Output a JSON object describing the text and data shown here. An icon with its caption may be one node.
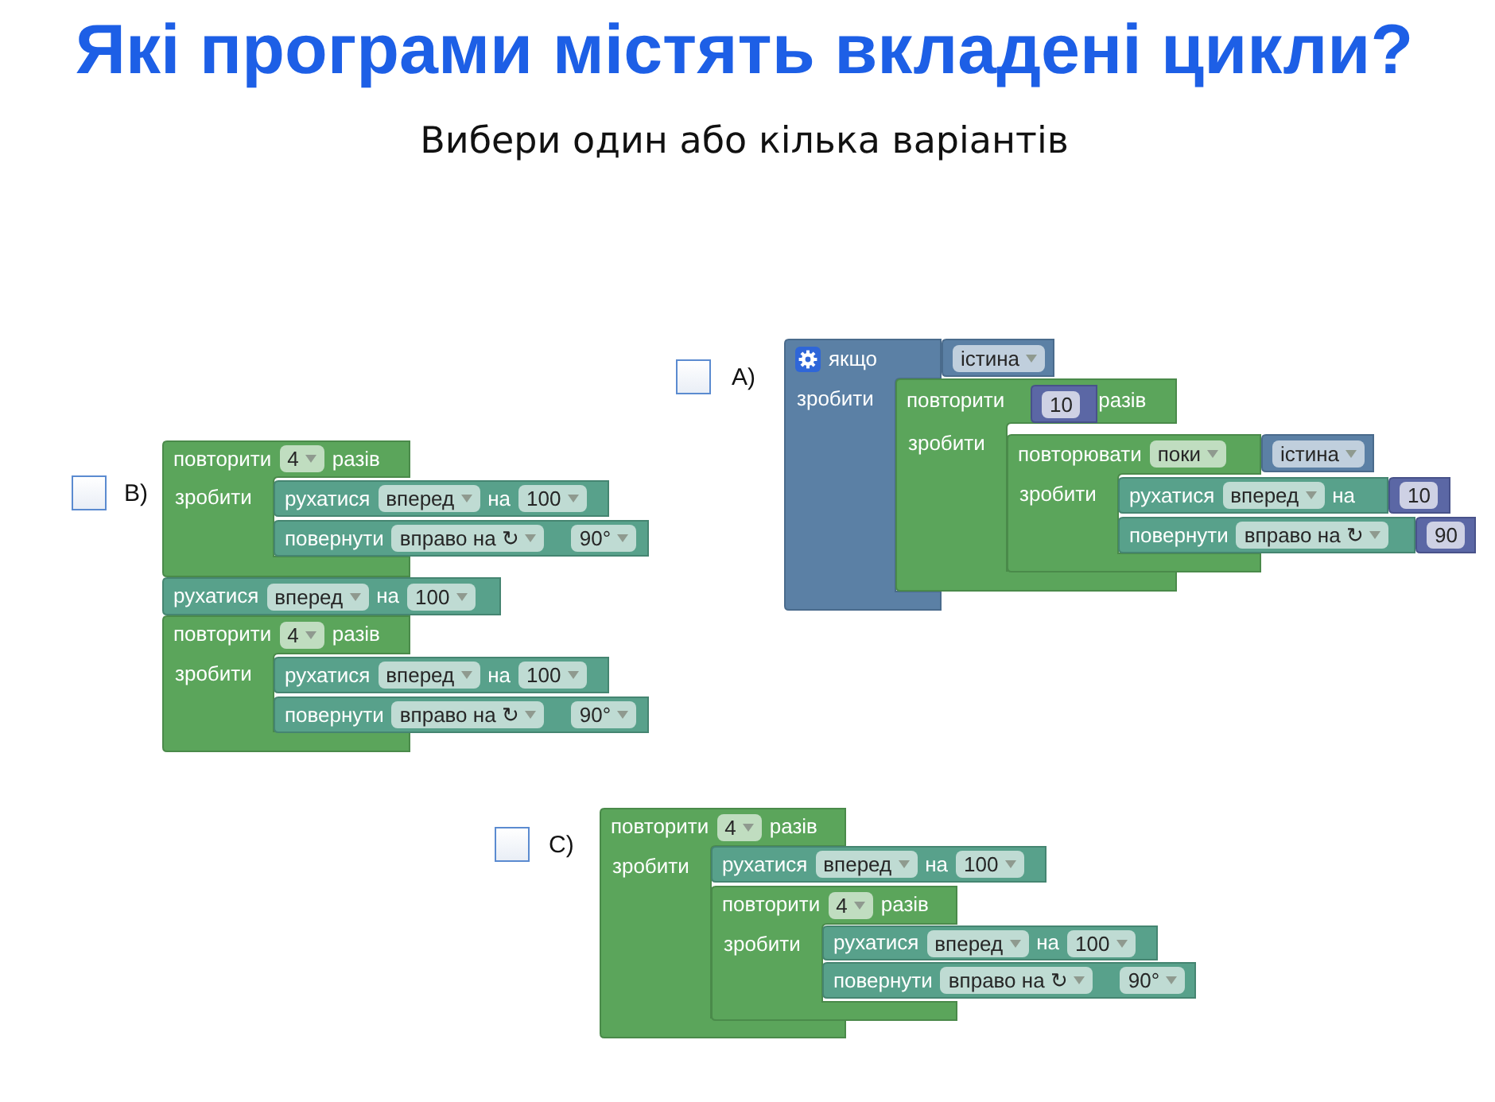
{
  "diagram": {
    "title": "Які програми містять вкладені цикли?",
    "nodes": [
      {
        "text": [
          "якщо",
          "зробити"
        ]
      },
      {
        "text": [
          "істина"
        ]
      },
      {
        "text": [
          "повторити",
          "разів",
          "зробити"
        ]
      },
      {
        "text": [
          "10"
        ],
        "in": 2
      },
      {
        "text": [
          "повторювати",
          "поки",
          "зробити"
        ]
      },
      {
        "text": [
          "істина"
        ]
      },
      {
        "text": [
          "рухатися",
          "вперед",
          "на"
        ]
      },
      {
        "text": [
          "10"
        ]
      },
      {
        "text": [
          "повернути",
          "вправо на ↻"
        ]
      },
      {
        "text": [
          "90"
        ]
      },
      {
        "text": [
          "повторити",
          "4",
          "разів",
          "зробити"
        ]
      },
      {
        "text": [
          "рухатися",
          "вперед",
          "на",
          "100"
        ]
      },
      {
        "text": [
          "повернути",
          "вправо на ↻",
          "90°"
        ]
      },
      {
        "text": [
          "рухатися",
          "вперед",
          "на",
          "100"
        ]
      },
      {
        "text": [
          "повторити",
          "4",
          "разів",
          "зробити"
        ]
      },
      {
        "text": [
          "рухатися",
          "вперед",
          "на",
          "100"
        ]
      },
      {
        "text": [
          "повернути",
          "вправо на ↻",
          "90°"
        ]
      },
      {
        "text": [
          "повторити",
          "4",
          "разів",
          "зробити"
        ]
      },
      {
        "text": [
          "рухатися",
          "вперед",
          "на",
          "100"
        ]
      },
      {
        "text": [
          "повторити",
          "4",
          "разів",
          "зробити"
        ]
      },
      {
        "text": [
          "рухатися",
          "вперед",
          "на",
          "100"
        ]
      },
      {
        "text": [
          "повернути",
          "вправо на ↻",
          "90°"
        ]
      }
    ],
    "labels": [
      "Вибери один або кілька варіантів",
      "A)",
      "B)",
      "C)"
    ]
  }
}
